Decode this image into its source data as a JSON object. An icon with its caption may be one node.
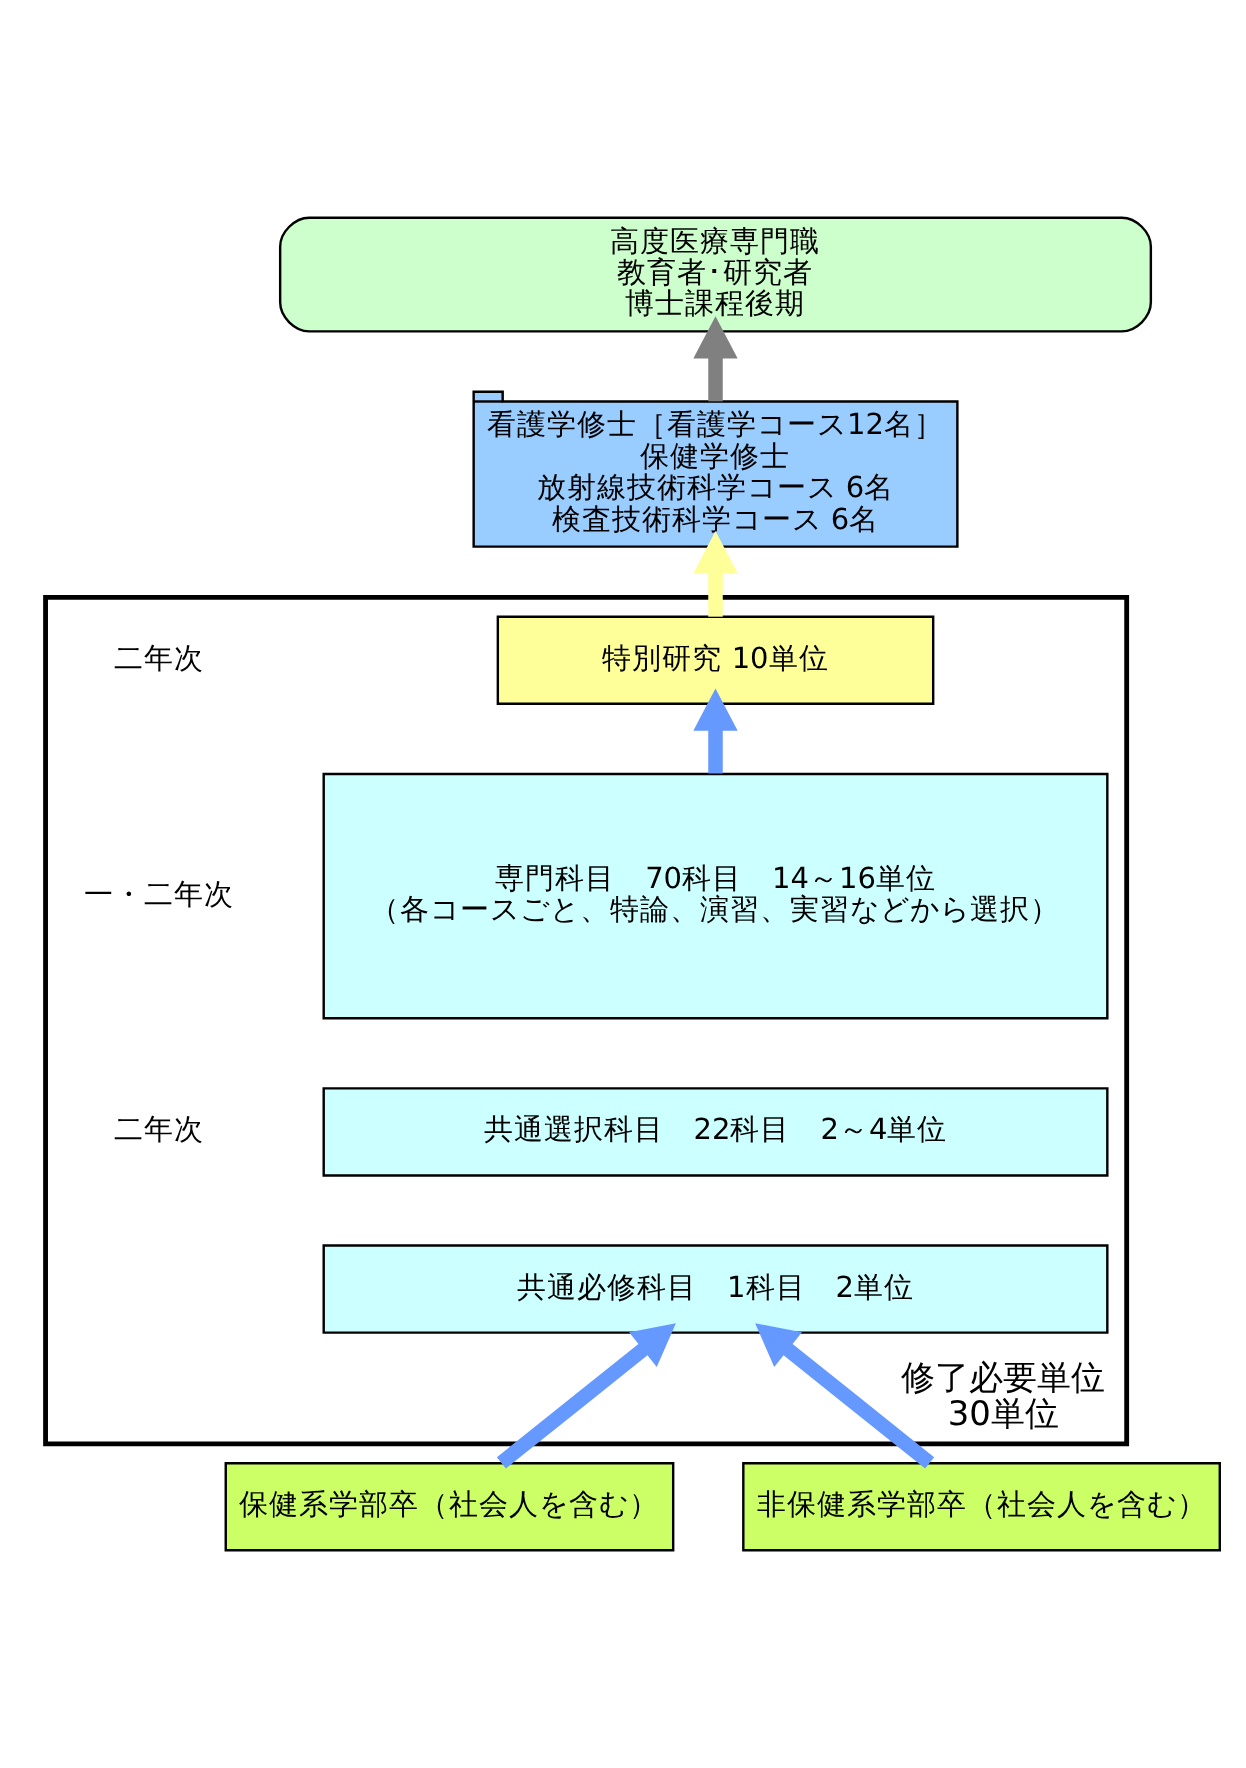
{
  "diagram": {
    "nodes": [
      {
        "text": [
          "高度医療専門職",
          "教育者･研究者",
          "博士課程後期"
        ]
      },
      {
        "text": [
          "修了必要単位",
          "30単位"
        ]
      },
      {
        "text": [
          "看護学修士［看護学コース12名］",
          "保健学修士",
          "放射線技術科学コース 6名",
          "検査技術科学コース 6名"
        ]
      },
      {
        "text": [
          "特別研究 10単位"
        ],
        "in": 1
      },
      {
        "text": [
          "専門科目　70科目　14～16単位",
          "（各コースごと、特論、演習、実習などから選択）"
        ],
        "in": 1
      },
      {
        "text": [
          "共通選択科目　22科目　2～4単位"
        ],
        "in": 1
      },
      {
        "text": [
          "共通必修科目　1科目　2単位"
        ],
        "in": 1
      },
      {
        "text": [
          "保健系学部卒（社会人を含む）"
        ]
      },
      {
        "text": [
          "非保健系学部卒（社会人を含む）"
        ]
      }
    ],
    "edges": [
      {
        "from": 2,
        "to": 0,
        "arrow": "to",
        "color": "#808080"
      },
      {
        "from": 3,
        "to": 2,
        "arrow": "to",
        "color": "#ffff99"
      },
      {
        "from": 4,
        "to": 3,
        "arrow": "to"
      },
      {
        "from": 7,
        "to": 6,
        "arrow": "to"
      },
      {
        "from": 8,
        "to": 6,
        "arrow": "to"
      }
    ],
    "labels": [
      "二年次",
      "一・二年次",
      "二年次"
    ]
  }
}
